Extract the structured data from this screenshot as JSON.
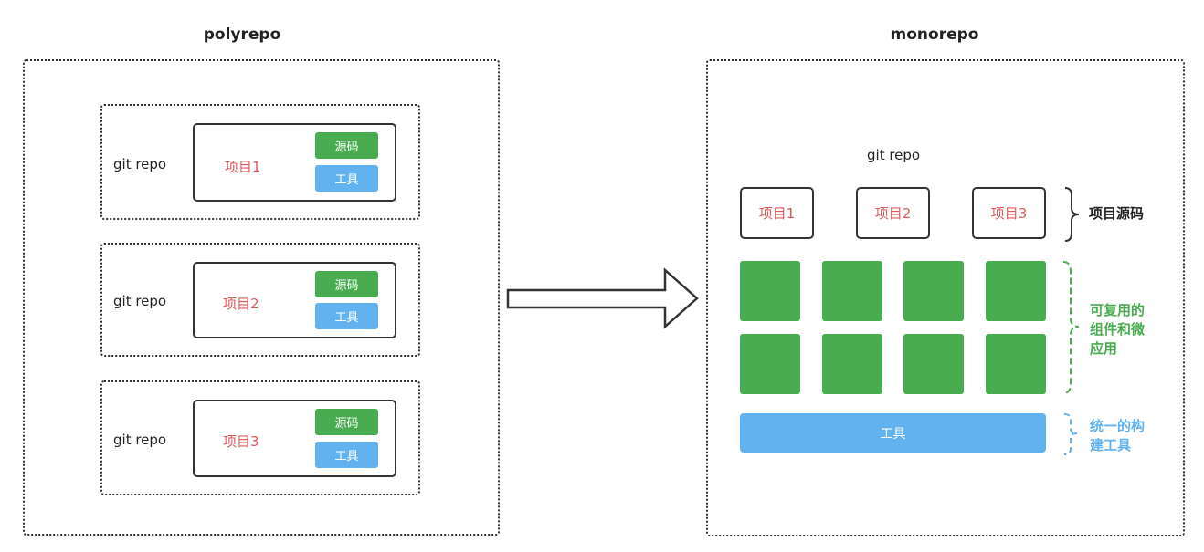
{
  "polyrepo": {
    "title": "polyrepo",
    "repos": [
      {
        "repo_label": "git repo",
        "project": "项目1",
        "source": "源码",
        "tool": "工具"
      },
      {
        "repo_label": "git repo",
        "project": "项目2",
        "source": "源码",
        "tool": "工具"
      },
      {
        "repo_label": "git repo",
        "project": "项目3",
        "source": "源码",
        "tool": "工具"
      }
    ]
  },
  "monorepo": {
    "title": "monorepo",
    "repo_label": "git repo",
    "projects": [
      "项目1",
      "项目2",
      "项目3"
    ],
    "tool_bar": "工具",
    "annotations": {
      "project_source": "项目源码",
      "reusable": [
        "可复用的",
        "组件和微",
        "应用"
      ],
      "build_tool": [
        "统一的构",
        "建工具"
      ]
    }
  },
  "colors": {
    "green": "#49ac50",
    "blue": "#62b2f0",
    "project_red": "#e05a5a",
    "outline": "#333333"
  }
}
